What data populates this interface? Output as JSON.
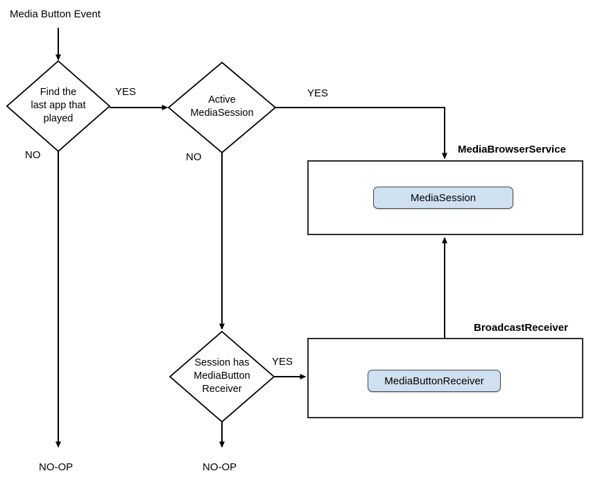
{
  "diagram": {
    "title_text": "Media Button Event",
    "nodes": {
      "start_label": "Media Button Event",
      "decision1": {
        "lines": [
          "Find the",
          "last app that",
          "played"
        ]
      },
      "decision2": {
        "lines": [
          "Active",
          "MediaSession"
        ]
      },
      "decision3": {
        "lines": [
          "Session  has",
          "MediaButton",
          "Receiver"
        ]
      },
      "service_box": {
        "title": "MediaBrowserService",
        "component": "MediaSession"
      },
      "receiver_box": {
        "title": "BroadcastReceiver",
        "component": "MediaButtonReceiver"
      },
      "terminal_left": "NO-OP",
      "terminal_mid": "NO-OP"
    },
    "edges": {
      "yes1": "YES",
      "no1": "NO",
      "yes2": "YES",
      "no2": "NO",
      "yes3": "YES"
    },
    "colors": {
      "pill_fill": "#cfe0f1",
      "pill_stroke": "#44484d",
      "line": "#000000",
      "box_stroke": "#2b2b2b"
    }
  }
}
